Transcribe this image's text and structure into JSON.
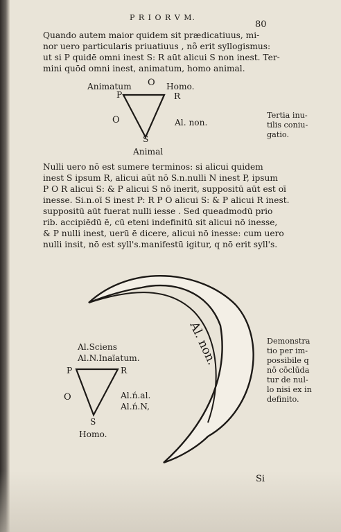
{
  "header": {
    "running_head": "P R I O R V M.",
    "folio": "80"
  },
  "passage1": [
    "Quando autem maior quidem sit prædicatiuus, mi-",
    "nor uero particularis priuatiuus , nõ erit syllogismus:",
    "ut si P quidē omni inest S: R aūt alicui S non inest. Ter-",
    "mini quōd omni inest, animatum, homo animal."
  ],
  "figure1": {
    "top_labels": [
      "Animatum",
      "O",
      "Homo."
    ],
    "P": "P",
    "R": "R",
    "O": "O",
    "S": "S",
    "side_label": "Al. non.",
    "bottom_label": "Animal"
  },
  "note1": [
    "Tertia inu-",
    "tilis coniu-",
    "gatio."
  ],
  "passage2": [
    "Nulli uero nō est sumere terminos: si alicui quidem",
    "inest S ipsum R, alicui aūt nō S.n.nulli N inest P, ipsum",
    "P O R alicui S: & P alicui S nō inerit, suppositū aūt est oī",
    "inesse. Si.n.oī S inest P: R P O alicui S: & P alicui R inest.",
    "suppositū aūt fuerat nulli iesse . Sed queadmodū prio",
    "rib. accipiēdū ē, cū eteni indefinitū sit alicui nō inesse,",
    "& P nulli inest, uerū ē dicere, alicui nō inesse: cum uero",
    "nulli insit, nō est syll's.manifestū igitur, q nō erit syll's."
  ],
  "figure2": {
    "labels_top": [
      "Al.Sciens",
      "Al.N.Inaïatum."
    ],
    "P": "P",
    "R": "R",
    "O": "O",
    "S": "S",
    "side_labels": [
      "Al.ń.al.",
      "Al.ń.N,"
    ],
    "bottom_label": "Homo.",
    "crescent_text": "Al. non."
  },
  "note2": [
    "Demonstra",
    "tio per im-",
    "possibile q",
    "nō cōclūda",
    "tur de nul-",
    "lo nisi ex in",
    "definito."
  ],
  "catchword": "Si"
}
